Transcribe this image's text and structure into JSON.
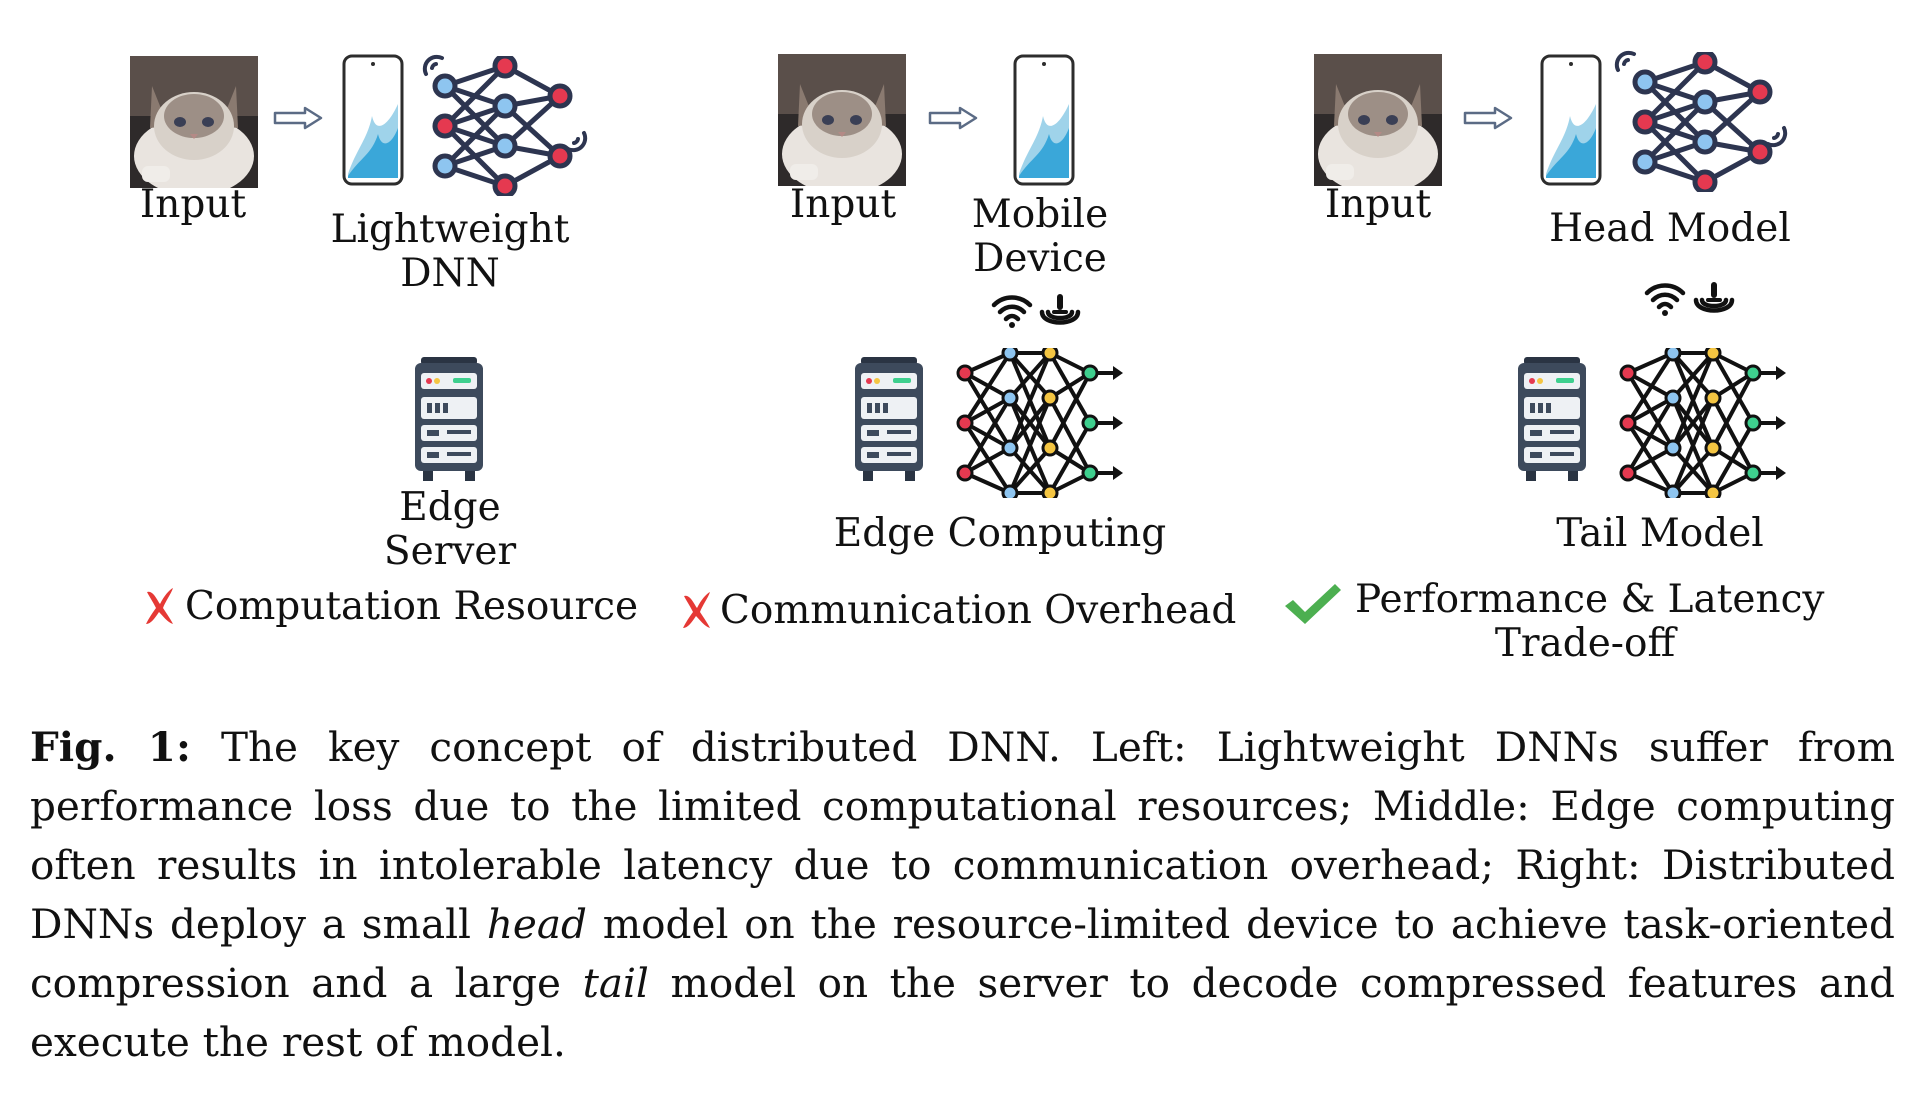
{
  "panels": {
    "left": {
      "input_label": "Input",
      "model_label_1": "Lightweight",
      "model_label_2": "DNN",
      "server_label_1": "Edge",
      "server_label_2": "Server",
      "verdict": "Computation Resource",
      "verdict_icon": "cross-icon"
    },
    "middle": {
      "input_label": "Input",
      "device_label_1": "Mobile",
      "device_label_2": "Device",
      "server_label": "Edge Computing",
      "verdict": "Communication Overhead",
      "verdict_icon": "cross-icon"
    },
    "right": {
      "input_label": "Input",
      "head_label": "Head Model",
      "tail_label": "Tail Model",
      "verdict_1": "Performance & Latency",
      "verdict_2": "Trade-off",
      "verdict_icon": "check-icon"
    }
  },
  "caption": {
    "fig_label": "Fig. 1:",
    "text_1": " The key concept of distributed DNN. Left: Lightweight DNNs suffer from performance loss due to the limited computational resources; Middle: Edge computing often results in intolerable latency due to communication overhead; Right: Distributed DNNs deploy a small ",
    "head_word": "head",
    "text_2": " model on the resource-limited device to achieve task-oriented compression and a large ",
    "tail_word": "tail",
    "text_3": " model on the server to decode compressed features and execute the rest of model."
  },
  "colors": {
    "cross": "#e53935",
    "check": "#4caf50",
    "node_red": "#e53950",
    "node_blue": "#8ec5f0",
    "node_yellow": "#f4c542",
    "node_green": "#3ecf8e",
    "server_body": "#3d4a5c",
    "phone_wave": "#3aa7d9"
  }
}
